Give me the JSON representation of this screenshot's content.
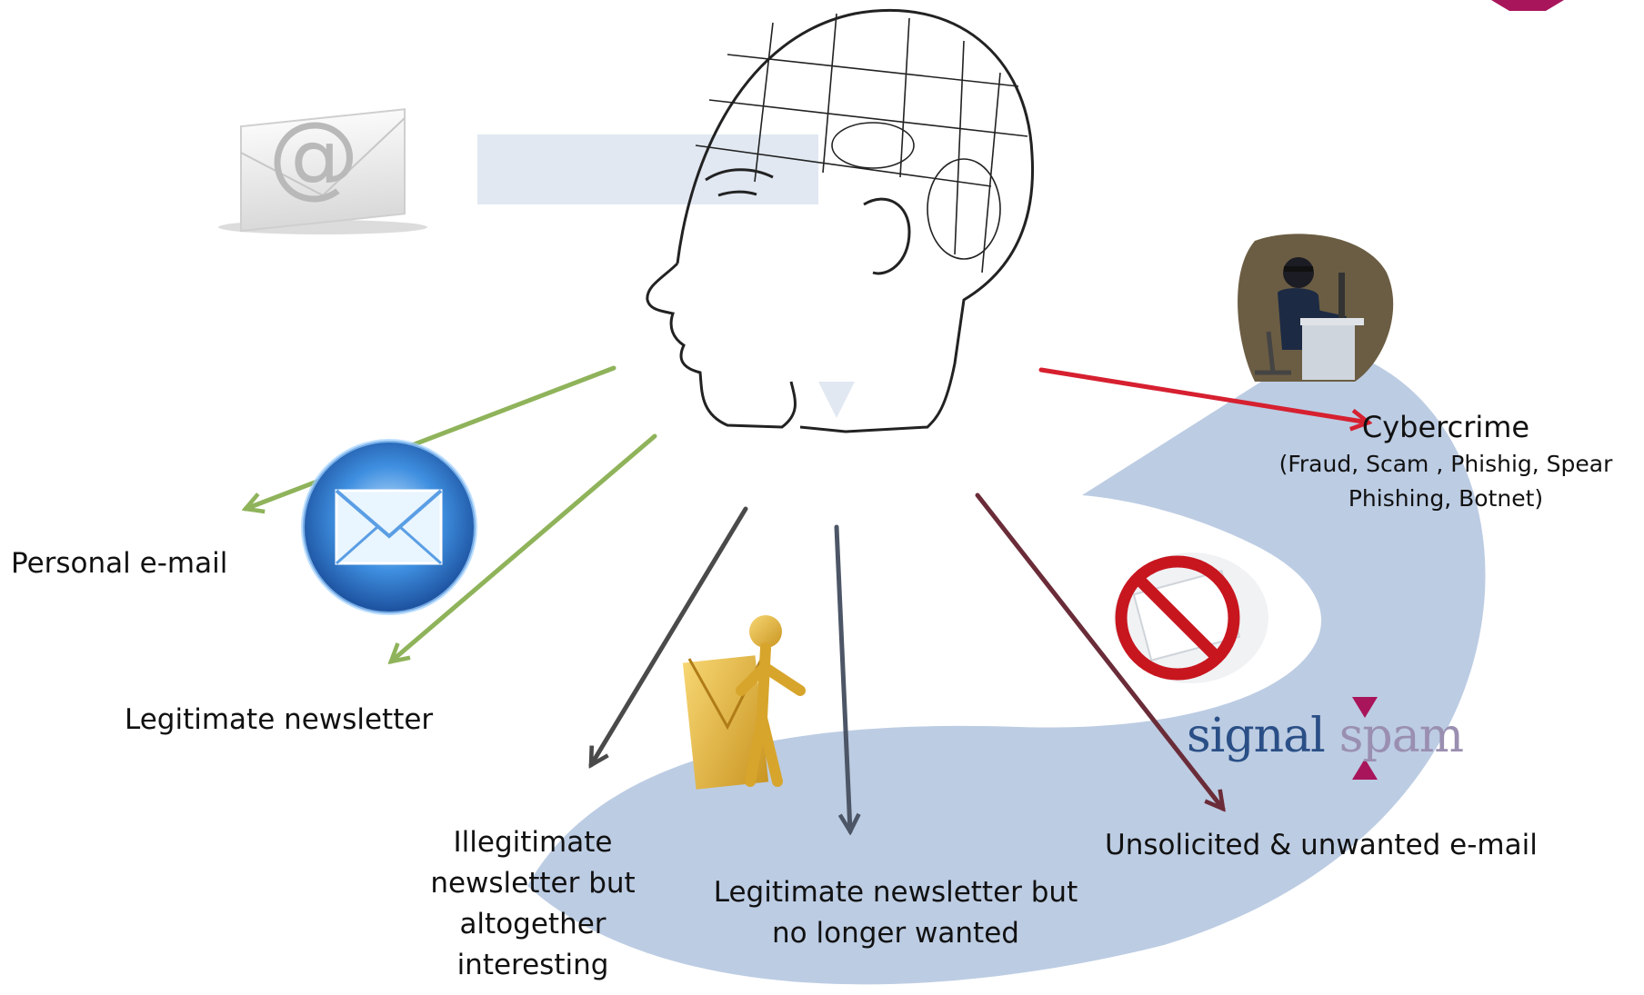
{
  "labels": {
    "personal": "Personal e-mail",
    "legit": "Legitimate newsletter",
    "illegit": "Illegitimate newsletter but altogether interesting",
    "nolonger": "Legitimate newsletter but no longer wanted",
    "unsolicited": "Unsolicited & unwanted e-mail",
    "cyber_title": "Cybercrime",
    "cyber_sub": "(Fraud, Scam , Phishig, Spear Phishing, Botnet)"
  },
  "logo": {
    "word1": "signal",
    "word2": "spam"
  },
  "emblem": "@",
  "colors": {
    "band": "#b8c9e1",
    "green": "#8fb35a",
    "grey": "#4a4a4a",
    "slate": "#4c5666",
    "maroon": "#6a2c38",
    "red": "#d62030",
    "magenta": "#a8155a"
  }
}
